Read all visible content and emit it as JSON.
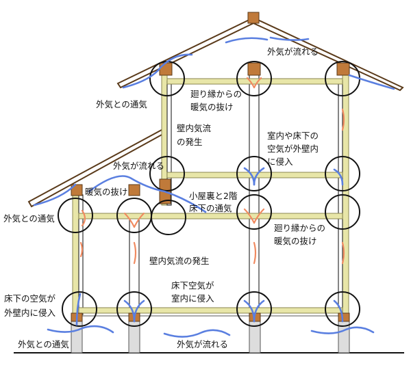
{
  "labels": {
    "outside_flow_top": "外気が流れる",
    "cornice_warm_1a": "廻り縁からの",
    "cornice_warm_1b": "暖気の抜け",
    "outside_vent_upper": "外気との通気",
    "wall_airflow_upper_a": "壁内気流",
    "wall_airflow_upper_b": "の発生",
    "indoor_intrusion_a": "室内や床下の",
    "indoor_intrusion_b": "空気が外壁内",
    "indoor_intrusion_c": "に侵入",
    "outside_flow_mid": "外気が流れる",
    "warm_escape": "暖気の抜け",
    "attic_vent_a": "小屋裏と2階",
    "attic_vent_b": "床下の通気",
    "outside_vent_left": "外気との通気",
    "cornice_warm_2a": "廻り縁からの",
    "cornice_warm_2b": "暖気の抜け",
    "wall_airflow_lower": "壁内気流の発生",
    "underfloor_room_a": "床下空気が",
    "underfloor_room_b": "室内に侵入",
    "underfloor_wall_a": "床下の空気が",
    "underfloor_wall_b": "外壁内に侵入",
    "outside_vent_bottom": "外気との通気",
    "outside_flow_bottom": "外気が流れる"
  },
  "colors": {
    "airflow": "#5a7fe0",
    "warm_air": "#f08a60",
    "insulation": "#e8e6a8",
    "timber": "#c07a3a"
  }
}
